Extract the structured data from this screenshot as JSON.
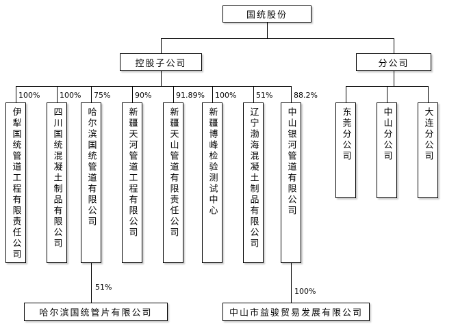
{
  "chart": {
    "root": {
      "label": "国统股份"
    },
    "branches": {
      "holding": {
        "label": "控股子公司"
      },
      "branch_companies": {
        "label": "分公司"
      }
    },
    "subsidiaries": [
      {
        "pct": "100%",
        "name": "伊犁国统管道工程有限责任公司"
      },
      {
        "pct": "100%",
        "name": "四川国统混凝土制品有限公司"
      },
      {
        "pct": "75%",
        "name": "哈尔滨国统管道有限公司"
      },
      {
        "pct": "90%",
        "name": "新疆天河管道工程有限公司"
      },
      {
        "pct": "91.89%",
        "name": "新疆天山管道有限责任公司"
      },
      {
        "pct": "100%",
        "name": "新疆博峰检验测试中心"
      },
      {
        "pct": "51%",
        "name": "辽宁渤海混凝土制品有限公司"
      },
      {
        "pct": "88.2%",
        "name": "中山银河管道有限公司"
      }
    ],
    "branch_offices": [
      {
        "name": "东莞分公司"
      },
      {
        "name": "中山分公司"
      },
      {
        "name": "大连分公司"
      }
    ],
    "sub_subsidiaries": [
      {
        "pct": "51%",
        "name": "哈尔滨国统管片有限公司"
      },
      {
        "pct": "100%",
        "name": "中山市益骏贸易发展有限公司"
      }
    ]
  }
}
